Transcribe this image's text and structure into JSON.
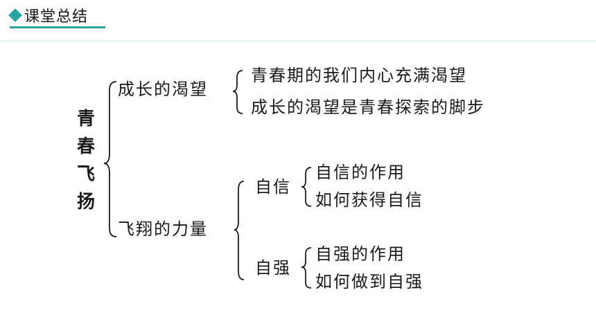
{
  "header": {
    "title": "课堂总结",
    "accent_color": "#2aa3a3"
  },
  "root": {
    "chars": [
      "青",
      "春",
      "飞",
      "扬"
    ]
  },
  "branches": {
    "desire": {
      "label": "成长的渴望",
      "items": [
        "青春期的我们内心充满渴望",
        "成长的渴望是青春探索的脚步"
      ]
    },
    "power": {
      "label": "飞翔的力量",
      "confidence": {
        "label": "自信",
        "items": [
          "自信的作用",
          "如何获得自信"
        ]
      },
      "strength": {
        "label": "自强",
        "items": [
          "自强的作用",
          "如何做到自强"
        ]
      }
    }
  }
}
